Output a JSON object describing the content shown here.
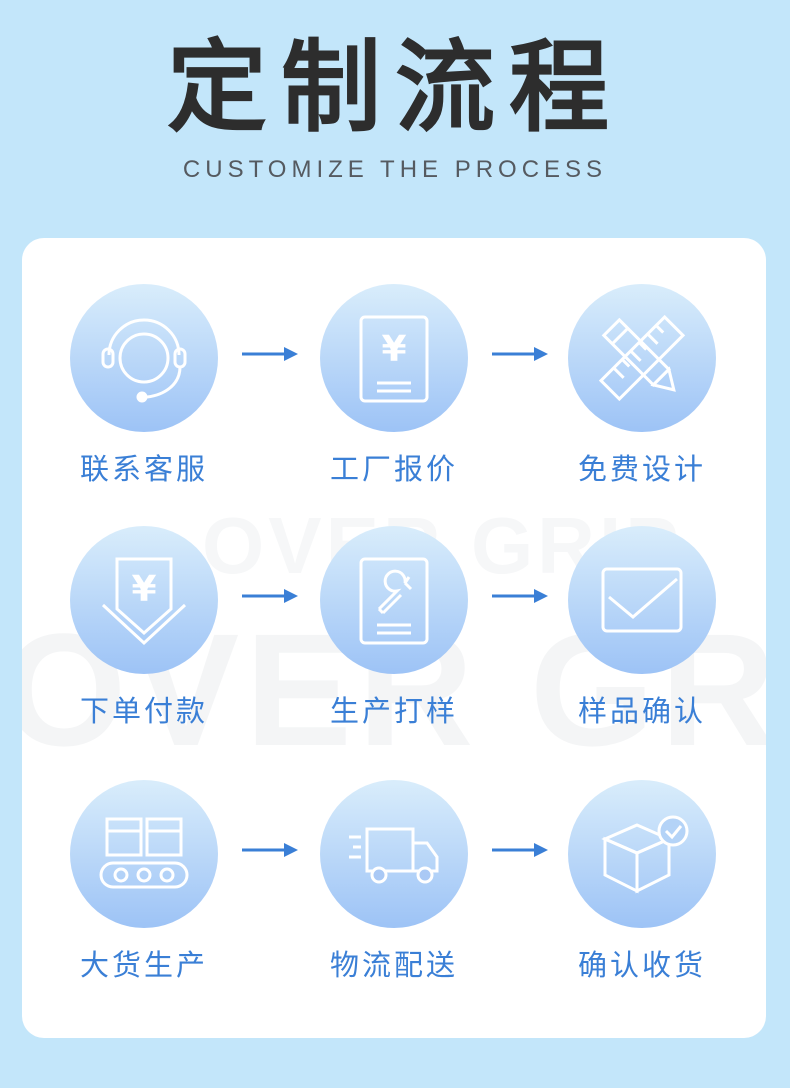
{
  "header": {
    "title": "定制流程",
    "subtitle": "CUSTOMIZE THE PROCESS"
  },
  "watermark": {
    "text_large": "OVER GRIP",
    "text_small": "OVER GRIP"
  },
  "steps": [
    {
      "label": "联系客服",
      "icon": "headset-icon"
    },
    {
      "label": "工厂报价",
      "icon": "yen-document-icon",
      "symbol": "¥"
    },
    {
      "label": "免费设计",
      "icon": "pencil-ruler-icon"
    },
    {
      "label": "下单付款",
      "icon": "yen-envelope-icon",
      "symbol": "¥"
    },
    {
      "label": "生产打样",
      "icon": "wrench-document-icon"
    },
    {
      "label": "样品确认",
      "icon": "envelope-icon"
    },
    {
      "label": "大货生产",
      "icon": "conveyor-boxes-icon"
    },
    {
      "label": "物流配送",
      "icon": "delivery-truck-icon"
    },
    {
      "label": "确认收货",
      "icon": "box-check-icon"
    }
  ],
  "colors": {
    "background": "#c3e6fa",
    "accent": "#3a7fd6",
    "title": "#2d2d2d"
  }
}
